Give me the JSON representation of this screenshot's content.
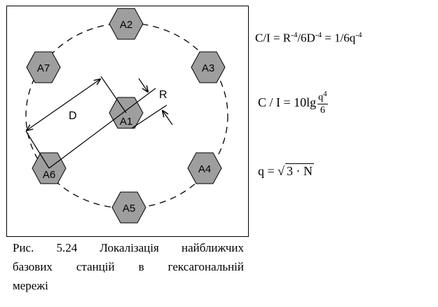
{
  "diagram": {
    "hexagons": {
      "a1": "A1",
      "a2": "A2",
      "a3": "A3",
      "a4": "A4",
      "a5": "A5",
      "a6": "A6",
      "a7": "A7"
    },
    "distance_label": "D",
    "radius_label": "R"
  },
  "formulas": {
    "f1": {
      "lhs": "C/I = R",
      "exp1": "-4",
      "mid": "/6D",
      "exp2": "-4",
      "rhs": " = 1/6q",
      "exp3": "-4"
    },
    "f2": {
      "lhs": "C / I = 10lg",
      "num_base": "q",
      "num_exp": "4",
      "den": "6"
    },
    "f3": {
      "lhs": "q = ",
      "radicand": "3 · N"
    }
  },
  "caption": {
    "line1": "Рис. 5.24 Локалізація найближчих",
    "line2": "базових станцій в гексагональній",
    "line3": "мережі"
  }
}
